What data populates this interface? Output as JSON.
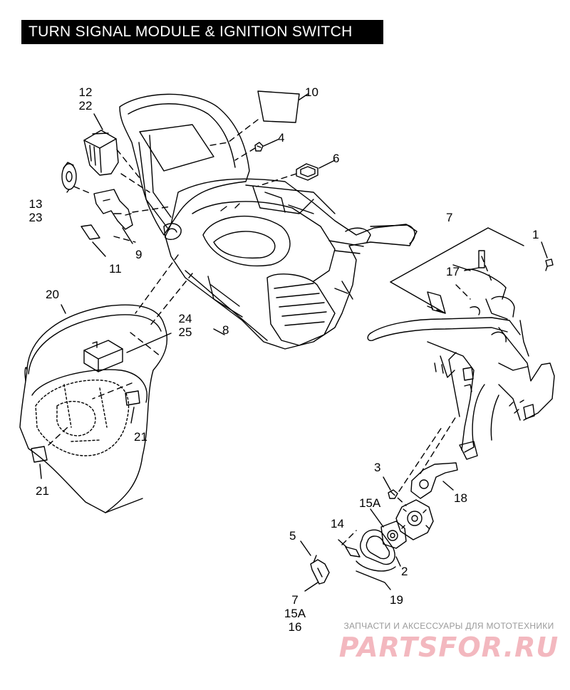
{
  "title": "TURN SIGNAL MODULE & IGNITION SWITCH",
  "callouts": {
    "c12_22": [
      "12",
      "22"
    ],
    "c10": "10",
    "c4": "4",
    "c6": "6",
    "c13_23": [
      "13",
      "23"
    ],
    "c9": "9",
    "c11": "11",
    "c7_top": "7",
    "c1": "1",
    "c17": "17",
    "c20": "20",
    "c24_25": [
      "24",
      "25"
    ],
    "c8": "8",
    "c21_right": "21",
    "c21_left": "21",
    "c3": "3",
    "c18": "18",
    "c15A_top": "15A",
    "c14": "14",
    "c5": "5",
    "c2": "2",
    "c19": "19",
    "c7_15A_16": [
      "7",
      "15A",
      "16"
    ]
  },
  "watermark": {
    "tagline": "ЗАПЧАСТИ И АКСЕССУАРЫ ДЛЯ МОТОТЕХНИКИ",
    "brand": "PARTSFOR.RU"
  }
}
